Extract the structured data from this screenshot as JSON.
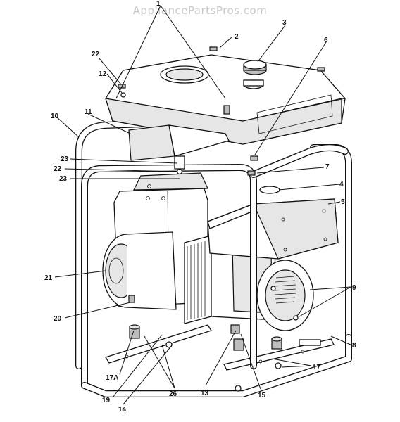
{
  "watermark": "AppliancePartsPros.com",
  "callouts": [
    "1",
    "2",
    "3",
    "4",
    "5",
    "6",
    "7",
    "8",
    "9",
    "10",
    "11",
    "12",
    "13",
    "14",
    "15",
    "17",
    "17A",
    "19",
    "20",
    "21",
    "22",
    "23",
    "26"
  ]
}
